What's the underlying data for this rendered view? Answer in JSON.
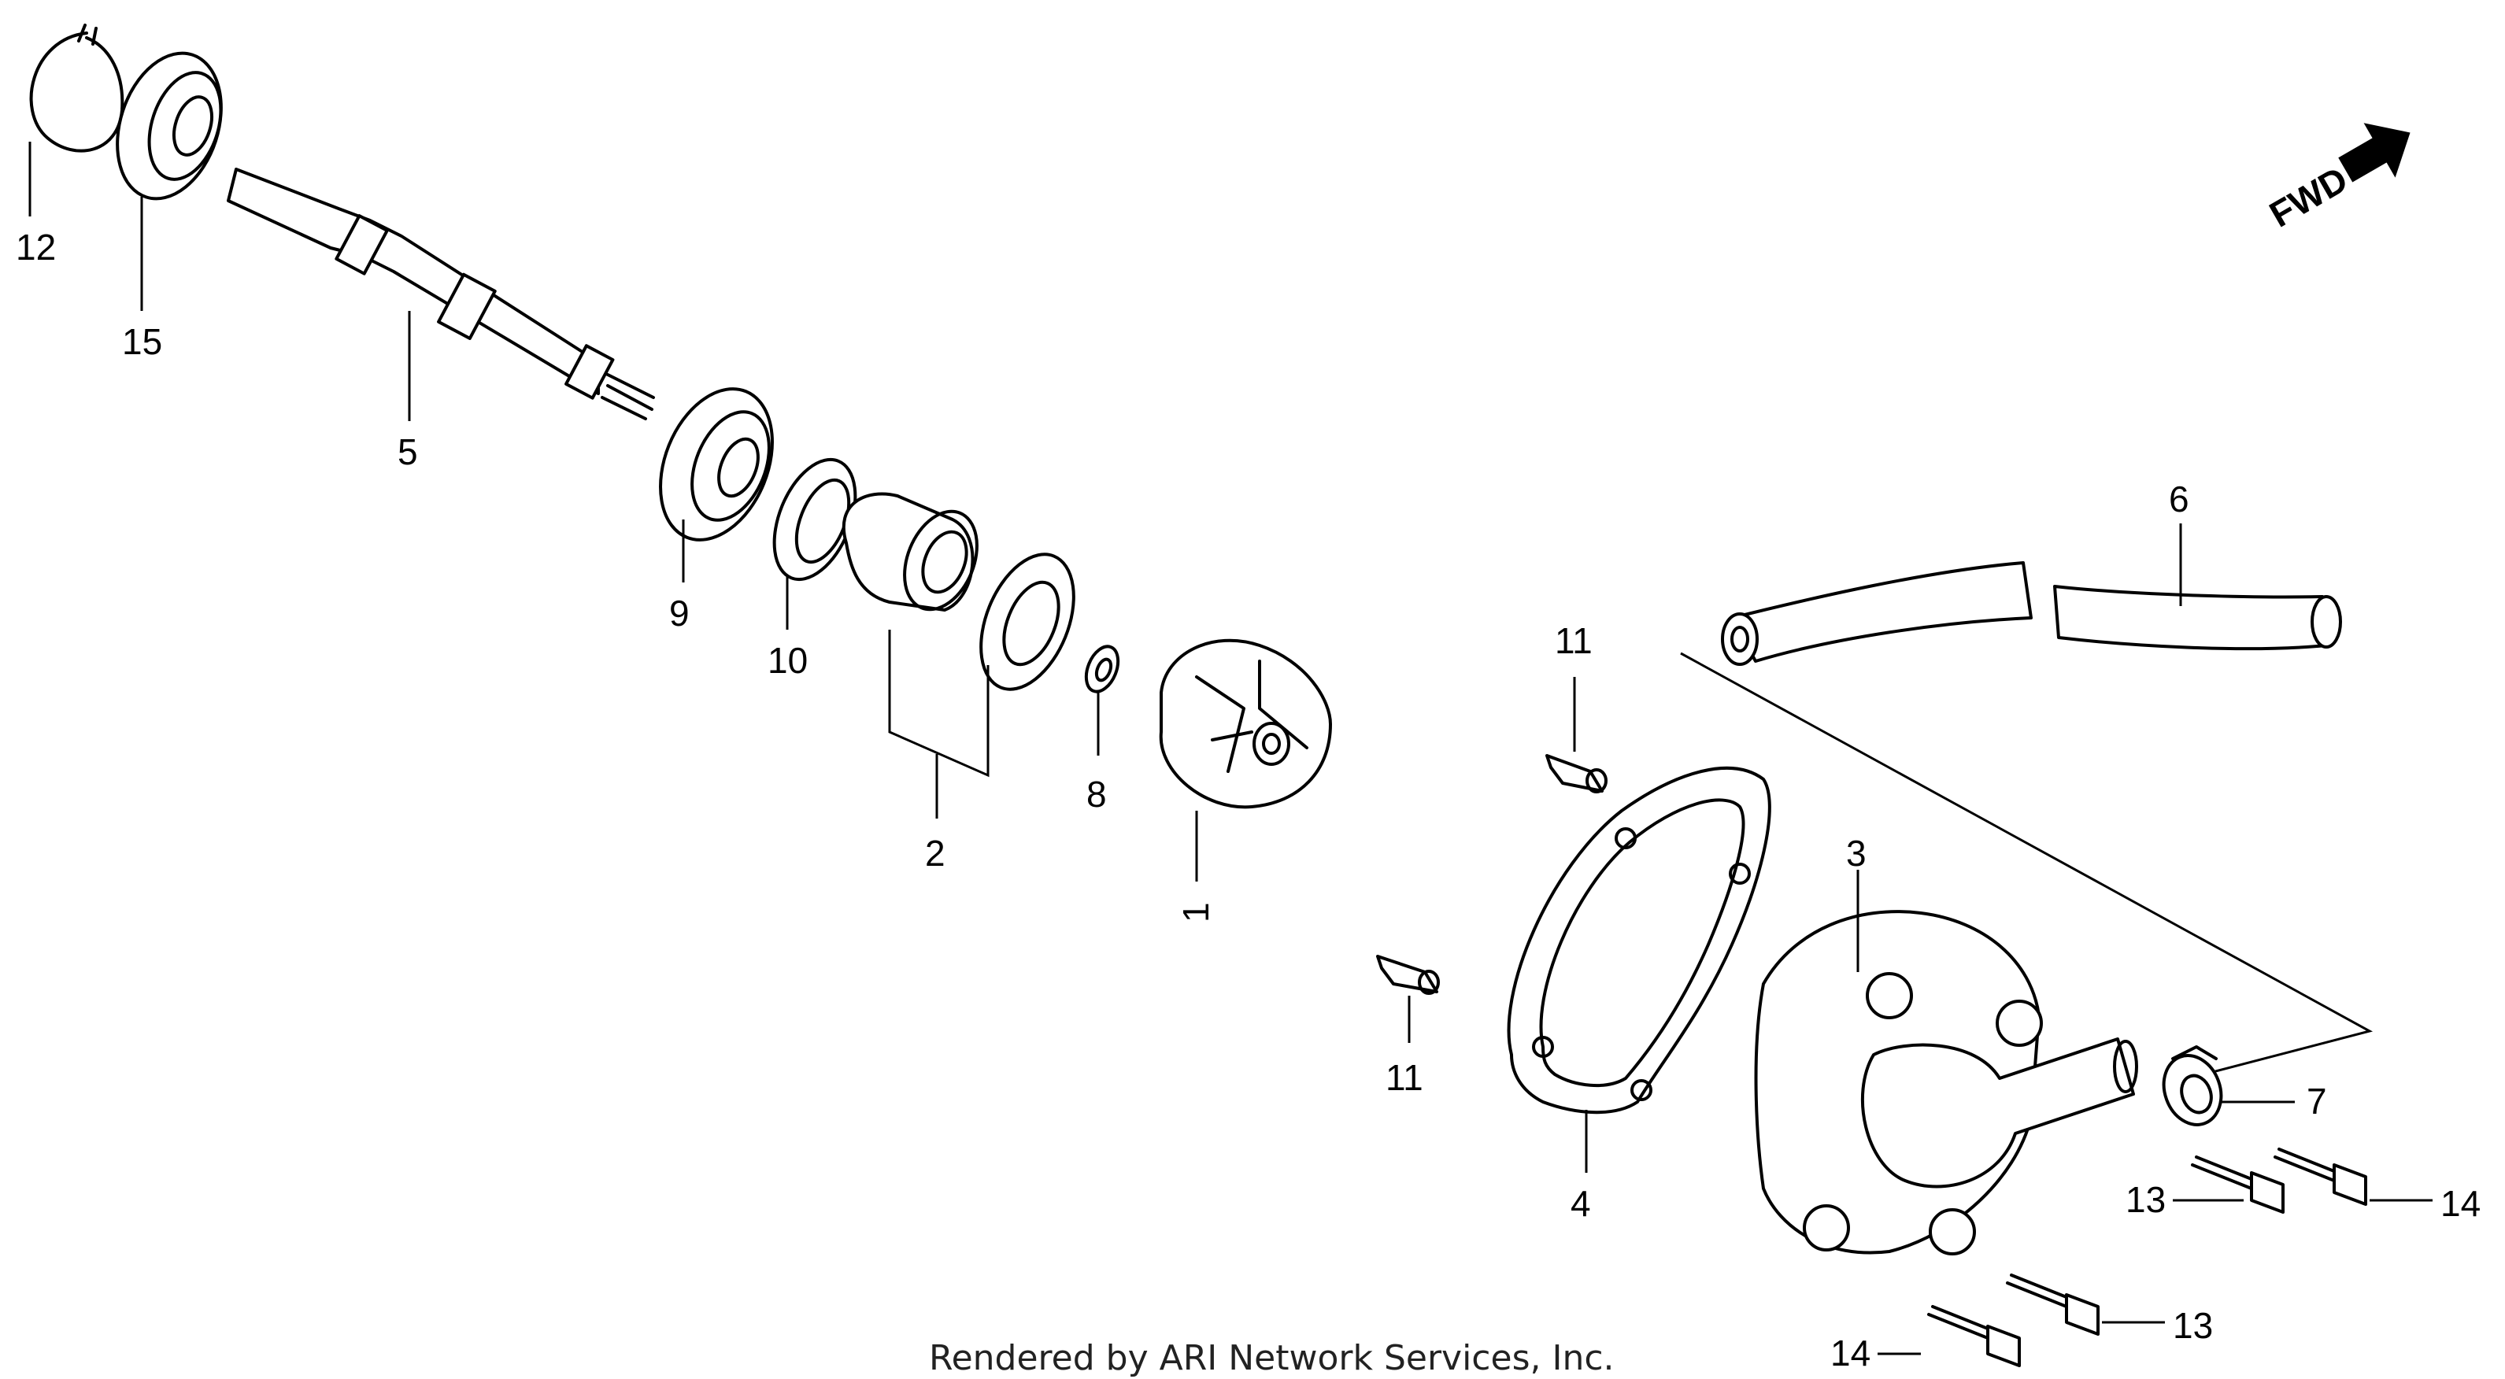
{
  "fwd_label": "FWD",
  "footer": "Rendered by ARI Network Services, Inc.",
  "callouts": {
    "p12": "12",
    "p15": "15",
    "p5": "5",
    "p9": "9",
    "p10": "10",
    "p2": "2",
    "p8": "8",
    "p1": "1",
    "p11a": "11",
    "p11b": "11",
    "p6": "6",
    "p3": "3",
    "p4": "4",
    "p7": "7",
    "p13a": "13",
    "p14a": "14",
    "p14b": "14",
    "p13b": "13"
  }
}
